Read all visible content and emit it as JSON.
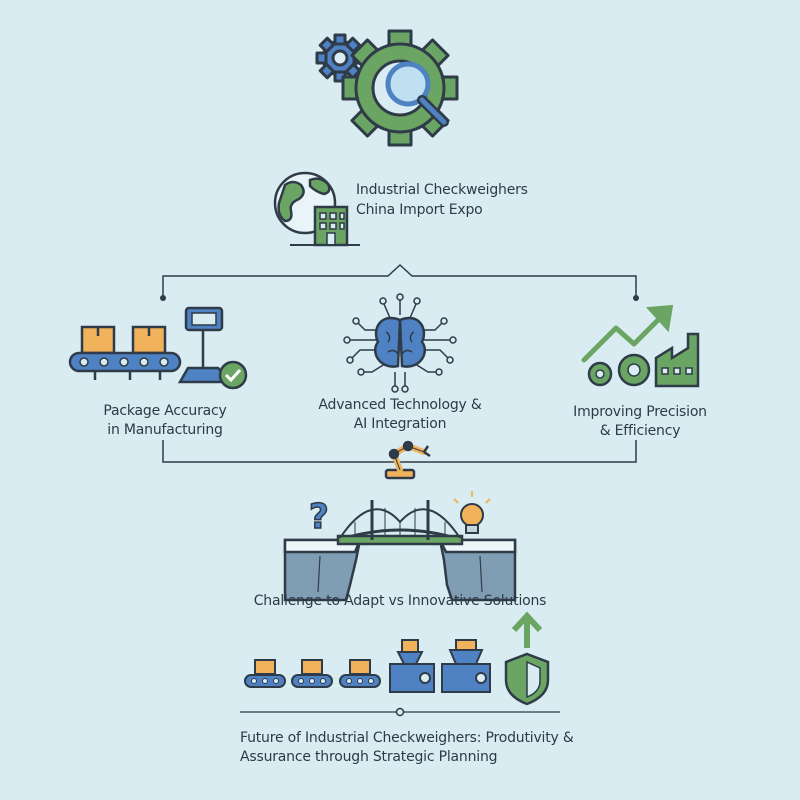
{
  "header": {
    "title_line1": "Industrial Checkweighers",
    "title_line2": "China Import Expo"
  },
  "branches": [
    {
      "line1": "Package Accuracy",
      "line2": "in Manufacturing"
    },
    {
      "line1": "Advanced Technology &",
      "line2": "AI Integration"
    },
    {
      "line1": "Improving Precision",
      "line2": "& Efficiency"
    }
  ],
  "challenge": {
    "label": "Challenge to Adapt vs Innovative Solutions"
  },
  "future": {
    "line1": "Future of Industrial Checkweighers: Produtivity &",
    "line2": "Assurance through Strategic Planning"
  },
  "colors": {
    "background": "#d9ecf2",
    "outline": "#2f3b48",
    "green": "#6aa564",
    "blue": "#4f82c2",
    "orange": "#f0b25a",
    "cliff": "#7f9eb3"
  },
  "icons": [
    "gear-magnifier-icon",
    "globe-building-icon",
    "conveyor-boxes-icon",
    "scale-check-icon",
    "ai-brain-icon",
    "growth-factory-icon",
    "robot-arm-icon",
    "bridge-cliffs-icon",
    "question-mark-icon",
    "lightbulb-icon",
    "shield-arrow-icon"
  ]
}
